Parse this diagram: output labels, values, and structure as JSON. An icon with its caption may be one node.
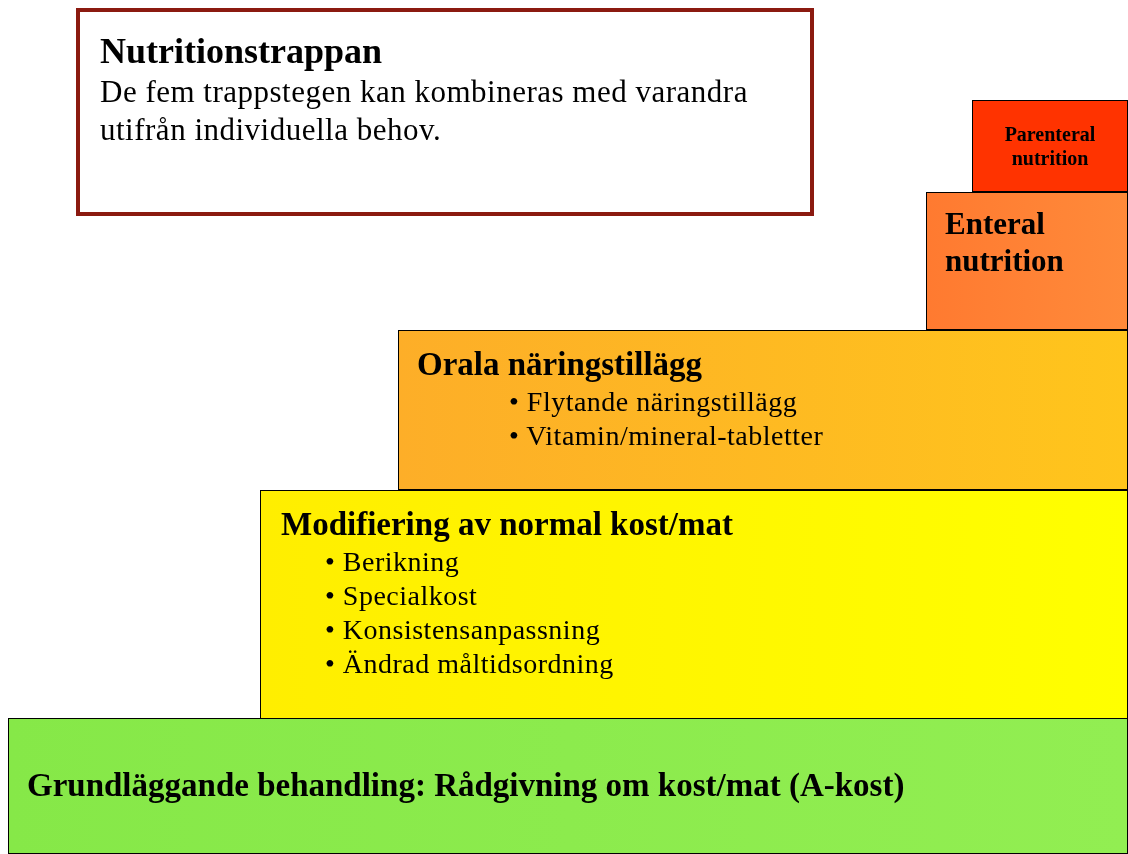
{
  "diagram": {
    "nodes": [
      {
        "text": [
          "Nutritionstrappan",
          "De fem trappstegen kan kombineras med varandra utifrån individuella behov."
        ]
      },
      {
        "text": [
          "Parenteral nutrition"
        ]
      },
      {
        "text": [
          "Enteral nutrition"
        ]
      },
      {
        "text": [
          "Orala näringstillägg",
          "• Flytande näringstillägg",
          "• Vitamin/mineral-tabletter"
        ]
      },
      {
        "text": [
          "Modifiering av normal kost/mat",
          "• Berikning",
          "• Specialkost",
          "• Konsistensanpassning",
          "• Ändrad måltidsordning"
        ]
      },
      {
        "text": [
          "Grundläggande behandling: Rådgivning om kost/mat (A-kost)"
        ]
      }
    ]
  }
}
